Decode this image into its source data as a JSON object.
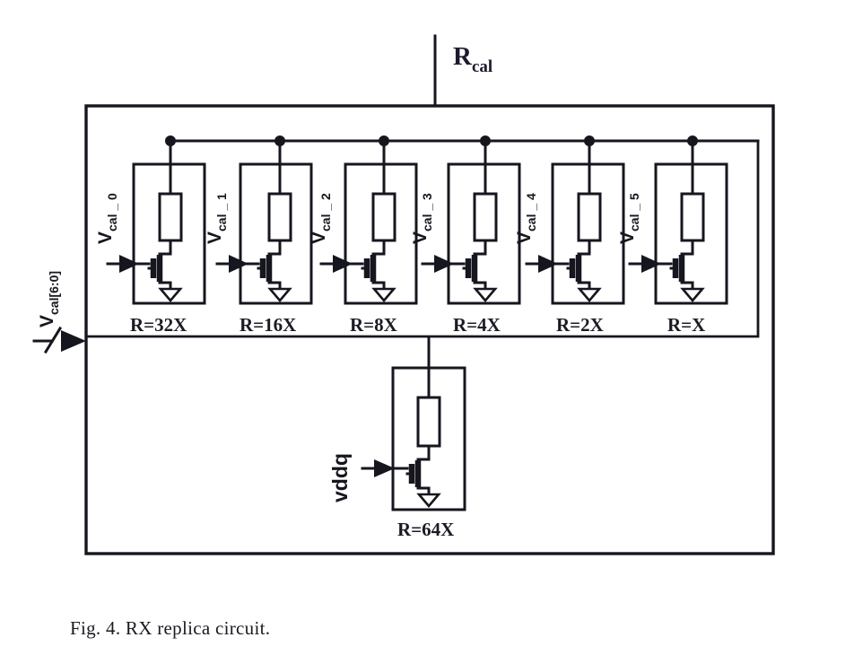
{
  "figure": {
    "caption": "Fig. 4. RX replica circuit.",
    "title": "RX replica circuit",
    "background_color": "#ffffff",
    "line_color": "#16161f"
  },
  "top_terminal": {
    "label_main": "R",
    "label_sub": "cal",
    "name": "Rcal"
  },
  "bus_input": {
    "label_main": "V",
    "label_sub": "cal[6:0]",
    "name": "Vcal[6:0]",
    "bus_width_tick": true
  },
  "legs": [
    {
      "gate_main": "V",
      "gate_sub": "cal _ 0",
      "gate_label": "Vcal_0",
      "resistance": "R=32X",
      "weight": 32
    },
    {
      "gate_main": "V",
      "gate_sub": "cal _ 1",
      "gate_label": "Vcal_1",
      "resistance": "R=16X",
      "weight": 16
    },
    {
      "gate_main": "V",
      "gate_sub": "cal _ 2",
      "gate_label": "Vcal_2",
      "resistance": "R=8X",
      "weight": 8
    },
    {
      "gate_main": "V",
      "gate_sub": "cal _ 3",
      "gate_label": "Vcal_3",
      "resistance": "R=4X",
      "weight": 4
    },
    {
      "gate_main": "V",
      "gate_sub": "cal _ 4",
      "gate_label": "Vcal_4",
      "resistance": "R=2X",
      "weight": 2
    },
    {
      "gate_main": "V",
      "gate_sub": "cal _ 5",
      "gate_label": "Vcal_5",
      "resistance": "R=X",
      "weight": 1
    }
  ],
  "always_on_leg": {
    "gate_label": "vddq",
    "resistance": "R=64X",
    "weight": 64
  }
}
